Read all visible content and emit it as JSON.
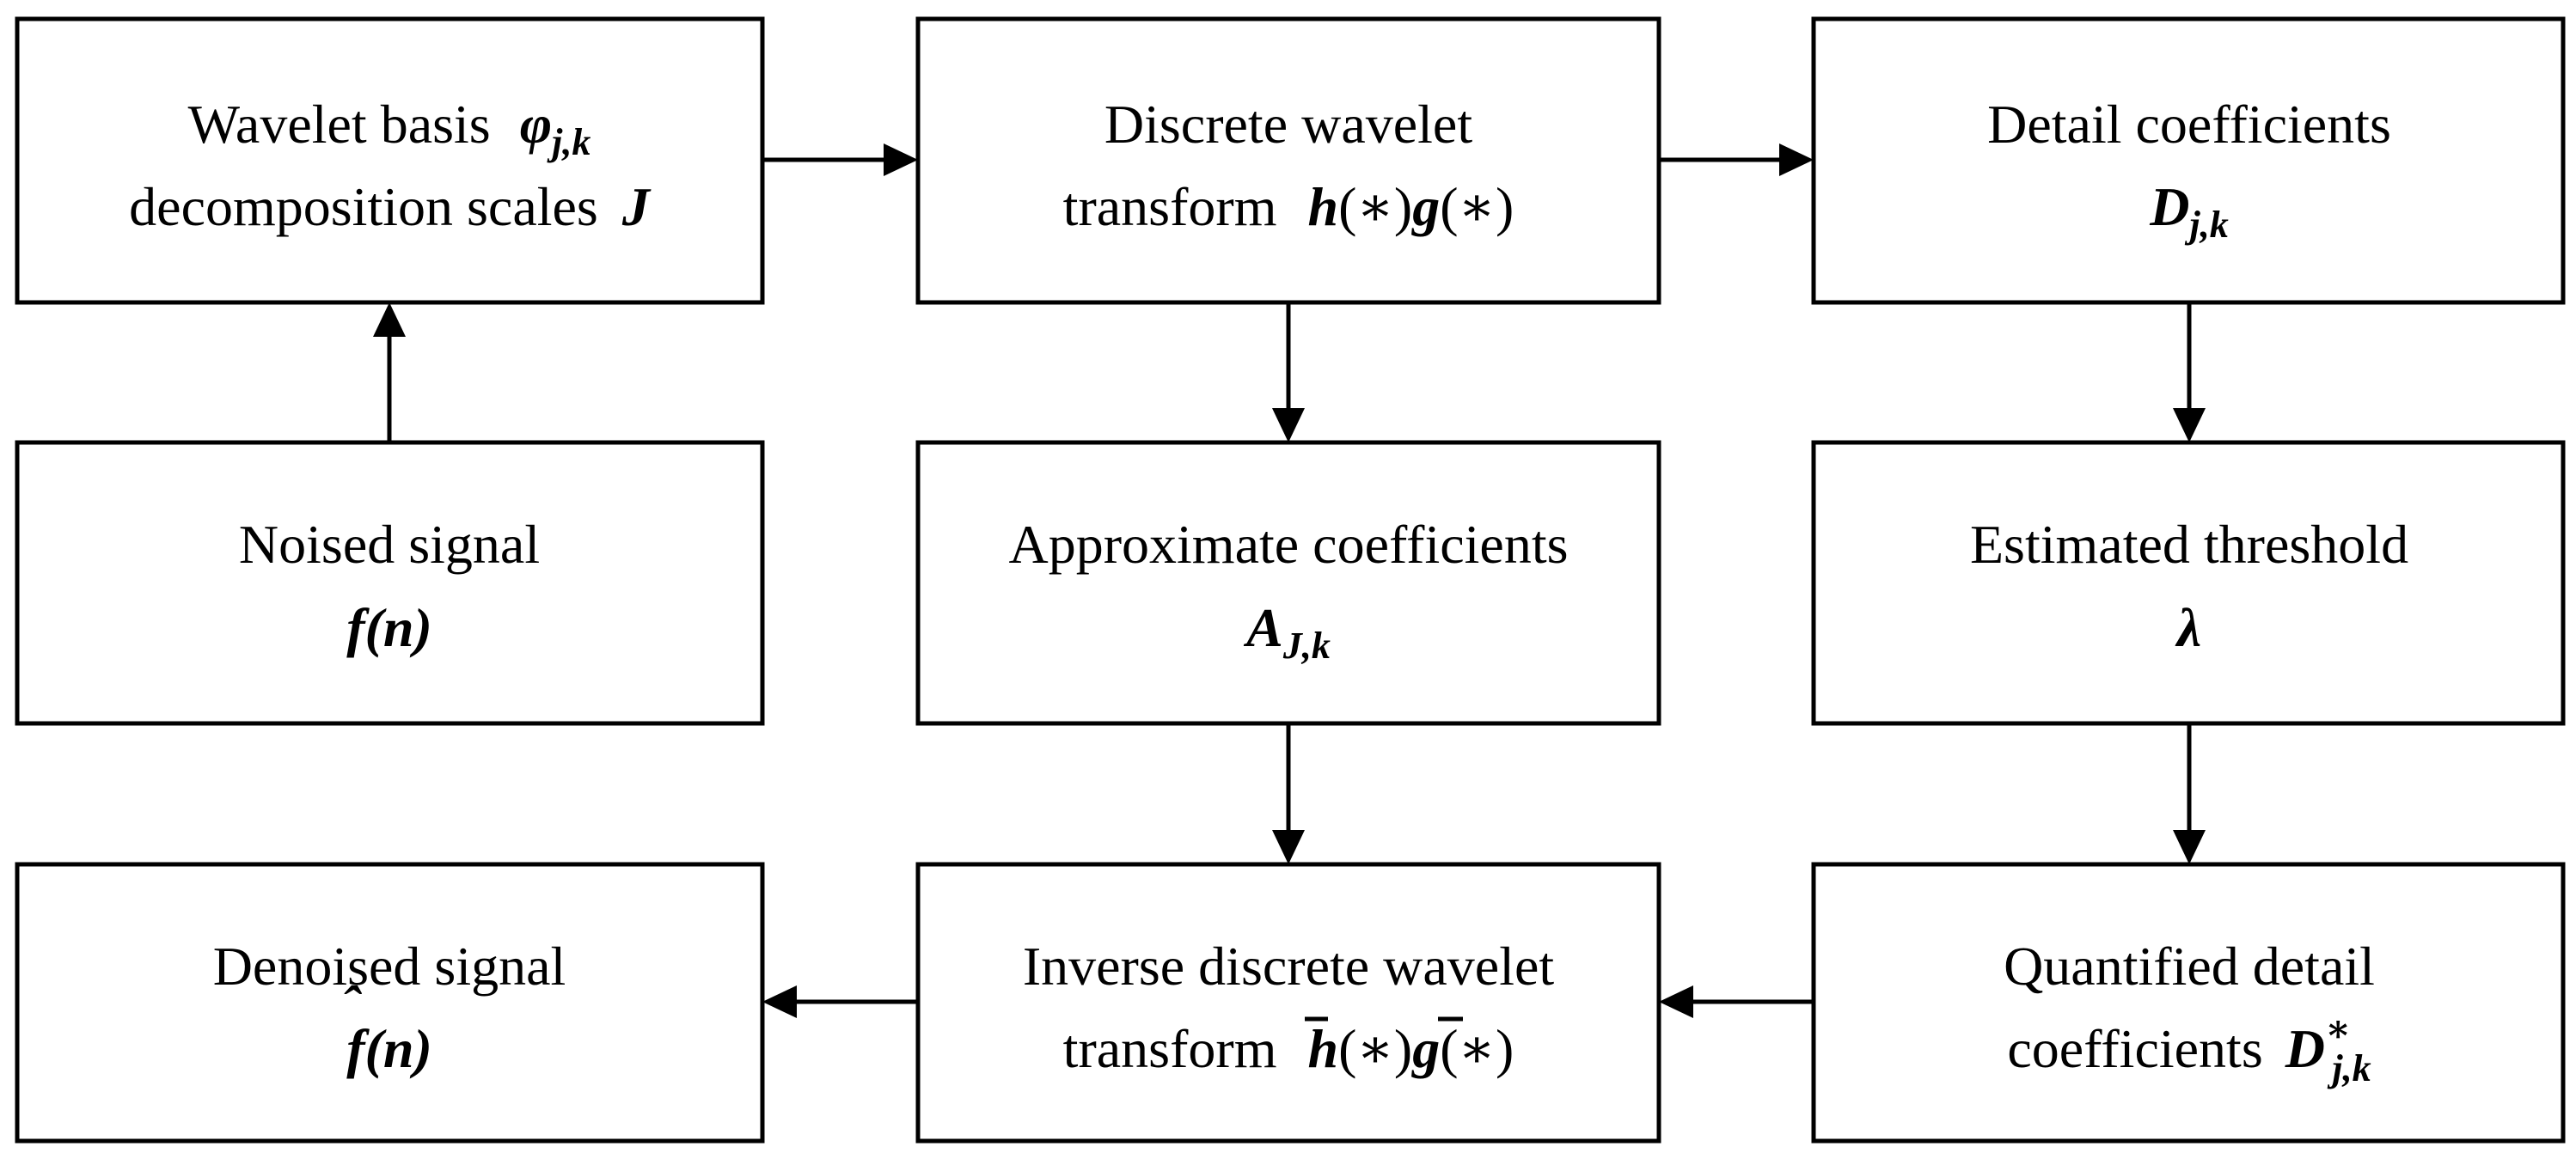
{
  "boxes": {
    "wavelet_basis": {
      "line1": "Wavelet basis",
      "symbol": "φ",
      "symbol_sub": "j,k",
      "line2": "decomposition scales",
      "line2_symbol": "J"
    },
    "dwt": {
      "line1": "Discrete wavelet",
      "line2": "transform",
      "h": "h",
      "g": "g",
      "op": "(∗)"
    },
    "detail": {
      "line1": "Detail coefficients",
      "symbol": "D",
      "symbol_sub": "j,k"
    },
    "noised": {
      "line1": "Noised signal",
      "symbol": "f",
      "arg": "(n)"
    },
    "approx": {
      "line1": "Approximate coefficients",
      "symbol": "A",
      "symbol_sub": "J,k"
    },
    "threshold": {
      "line1": "Estimated threshold",
      "symbol": "λ"
    },
    "denoised": {
      "line1": "Denoised signal",
      "symbol": "f",
      "accent": "ˆ",
      "arg": "(n)"
    },
    "idwt": {
      "line1": "Inverse discrete wavelet",
      "line2": "transform",
      "h": "h",
      "g": "g",
      "op": "(∗)"
    },
    "quantified": {
      "line1": "Quantified detail",
      "line2": "coefficients",
      "symbol": "D",
      "symbol_sub": "j,k",
      "symbol_sup": "∗"
    }
  }
}
